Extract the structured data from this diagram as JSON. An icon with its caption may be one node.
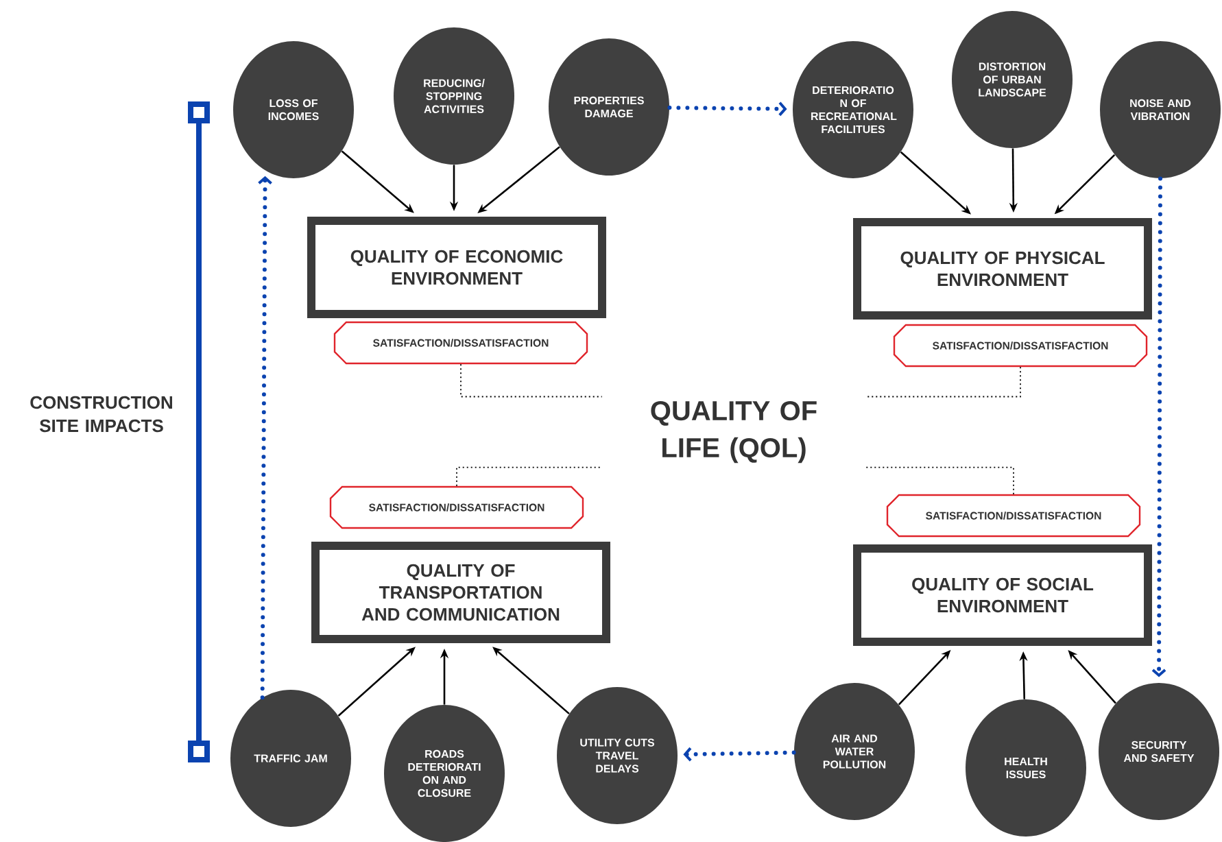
{
  "diagram": {
    "nodes": [
      {
        "text": [
          "LOSS OF INCOMES"
        ]
      },
      {
        "text": [
          "REDUCING/ STOPPING ACTIVITIES"
        ]
      },
      {
        "text": [
          "PROPERTIES DAMAGE"
        ]
      },
      {
        "text": [
          "DETERIORATIO N OF RECREATIONAL FACILITUES"
        ]
      },
      {
        "text": [
          "DISTORTION OF URBAN LANDSCAPE"
        ]
      },
      {
        "text": [
          "NOISE AND VIBRATION"
        ]
      },
      {
        "text": [
          "QUALITY OF ECONOMIC ENVIRONMENT"
        ]
      },
      {
        "text": [
          "SATISFACTION/DISSATISFACTION"
        ]
      },
      {
        "text": [
          "QUALITY OF PHYSICAL ENVIRONMENT"
        ]
      },
      {
        "text": [
          "SATISFACTION/DISSATISFACTION"
        ]
      },
      {
        "text": [
          "QUALITY OF LIFE (QOL)"
        ]
      },
      {
        "text": [
          "SATISFACTION/DISSATISFACTION"
        ]
      },
      {
        "text": [
          "QUALITY OF TRANSPORTATION AND COMMUNICATION"
        ]
      },
      {
        "text": [
          "SATISFACTION/DISSATISFACTION"
        ]
      },
      {
        "text": [
          "QUALITY OF SOCIAL ENVIRONMENT"
        ]
      },
      {
        "text": [
          "TRAFFIC JAM"
        ]
      },
      {
        "text": [
          "ROADS DETERIORATI ON AND CLOSURE"
        ]
      },
      {
        "text": [
          "UTILITY CUTS TRAVEL DELAYS"
        ]
      },
      {
        "text": [
          "AIR AND WATER POLLUTION"
        ]
      },
      {
        "text": [
          "HEALTH ISSUES"
        ]
      },
      {
        "text": [
          "SECURITY AND SAFETY"
        ]
      }
    ],
    "edges": [
      {
        "from": 0,
        "to": 6,
        "arrow": "to"
      },
      {
        "from": 1,
        "to": 6,
        "arrow": "to"
      },
      {
        "from": 2,
        "to": 6,
        "arrow": "to"
      },
      {
        "from": 3,
        "to": 8,
        "arrow": "to"
      },
      {
        "from": 4,
        "to": 8,
        "arrow": "to"
      },
      {
        "from": 5,
        "to": 8,
        "arrow": "to"
      },
      {
        "from": 15,
        "to": 12,
        "arrow": "to"
      },
      {
        "from": 16,
        "to": 12,
        "arrow": "to"
      },
      {
        "from": 17,
        "to": 12,
        "arrow": "to"
      },
      {
        "from": 18,
        "to": 14,
        "arrow": "to"
      },
      {
        "from": 19,
        "to": 14,
        "arrow": "to"
      },
      {
        "from": 20,
        "to": 14,
        "arrow": "to"
      },
      {
        "from": 2,
        "to": 3,
        "arrow": "to",
        "style": "dashed",
        "color": "#0b43b0"
      },
      {
        "from": 5,
        "to": 20,
        "arrow": "to",
        "style": "dashed",
        "color": "#0b43b0"
      },
      {
        "from": 18,
        "to": 17,
        "arrow": "to",
        "style": "dashed",
        "color": "#0b43b0"
      },
      {
        "from": 15,
        "to": 0,
        "arrow": "to",
        "style": "dashed",
        "color": "#0b43b0"
      },
      {
        "from": 7,
        "to": 10,
        "arrow": "none",
        "style": "dashed"
      },
      {
        "from": 9,
        "to": 10,
        "arrow": "none",
        "style": "dashed"
      },
      {
        "from": 11,
        "to": 10,
        "arrow": "none",
        "style": "dashed"
      },
      {
        "from": 13,
        "to": 10,
        "arrow": "none",
        "style": "dashed"
      }
    ],
    "labels": [
      "CONSTRUCTION SITE IMPACTS"
    ]
  }
}
